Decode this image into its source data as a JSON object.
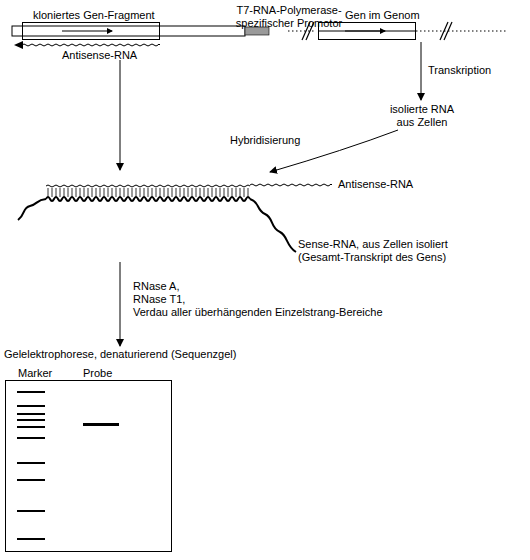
{
  "diagram": {
    "nodes": [
      {
        "text": [
          "kloniertes Gen-Fragment"
        ]
      },
      {
        "text": [
          "Gen im Genom"
        ]
      },
      {
        "text": [
          "Marker",
          "Probe"
        ]
      }
    ],
    "labels": [
      "T7-RNA-Polymerase- spezifischer Promotor",
      "Antisense-RNA",
      "Transkription",
      "isolierte RNA aus Zellen",
      "Hybridisierung",
      "Antisense-RNA",
      "Sense-RNA, aus Zellen isoliert (Gesamt-Transkript des Gens)",
      "RNase A, RNase T1, Verdau aller überhängenden Einzelstrang-Bereiche",
      "Gelelektrophorese, denaturierend (Sequenzgel)"
    ]
  }
}
